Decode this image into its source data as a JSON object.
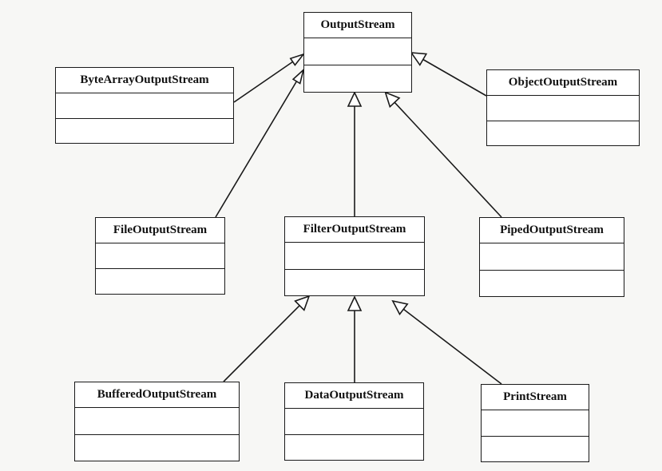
{
  "classes": {
    "output_stream": "OutputStream",
    "byte_array_output_stream": "ByteArrayOutputStream",
    "object_output_stream": "ObjectOutputStream",
    "file_output_stream": "FileOutputStream",
    "filter_output_stream": "FilterOutputStream",
    "piped_output_stream": "PipedOutputStream",
    "buffered_output_stream": "BufferedOutputStream",
    "data_output_stream": "DataOutputStream",
    "print_stream": "PrintStream"
  },
  "relationships": [
    {
      "type": "generalization",
      "from": "ByteArrayOutputStream",
      "to": "OutputStream"
    },
    {
      "type": "generalization",
      "from": "FileOutputStream",
      "to": "OutputStream"
    },
    {
      "type": "generalization",
      "from": "FilterOutputStream",
      "to": "OutputStream"
    },
    {
      "type": "generalization",
      "from": "PipedOutputStream",
      "to": "OutputStream"
    },
    {
      "type": "generalization",
      "from": "ObjectOutputStream",
      "to": "OutputStream"
    },
    {
      "type": "generalization",
      "from": "BufferedOutputStream",
      "to": "FilterOutputStream"
    },
    {
      "type": "generalization",
      "from": "DataOutputStream",
      "to": "FilterOutputStream"
    },
    {
      "type": "generalization",
      "from": "PrintStream",
      "to": "FilterOutputStream"
    }
  ],
  "colors": {
    "line": "#1a1a1a",
    "box_fill": "#ffffff",
    "background": "#f7f7f5"
  }
}
